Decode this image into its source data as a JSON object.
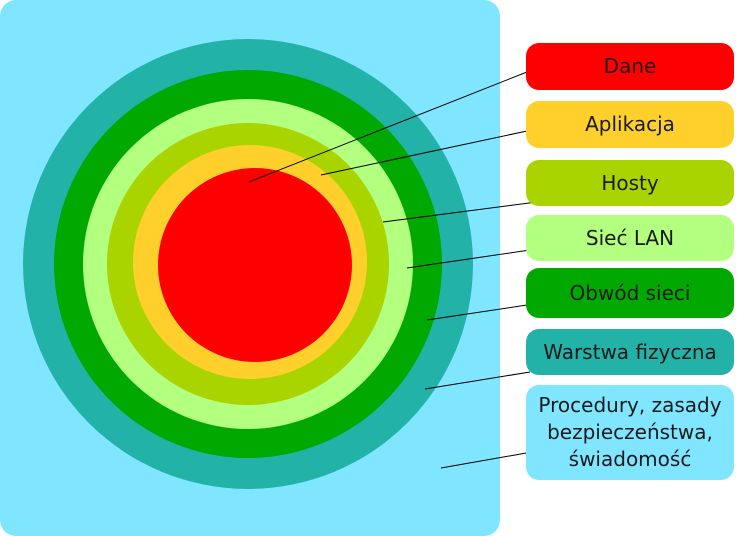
{
  "layers": [
    {
      "id": "dane",
      "label": "Dane",
      "color": "#ff0000"
    },
    {
      "id": "aplikacja",
      "label": "Aplikacja",
      "color": "#ffd02b"
    },
    {
      "id": "hosty",
      "label": "Hosty",
      "color": "#aad400"
    },
    {
      "id": "siec-lan",
      "label": "Sieć LAN",
      "color": "#b3ff80"
    },
    {
      "id": "obwod-sieci",
      "label": "Obwód sieci",
      "color": "#00a800"
    },
    {
      "id": "warstwa-fizyczna",
      "label": "Warstwa fizyczna",
      "color": "#22b2a8"
    },
    {
      "id": "procedury",
      "label": "Procedury, zasady\nbezpieczeństwa,\nświadomość",
      "color": "#80e5ff"
    }
  ]
}
